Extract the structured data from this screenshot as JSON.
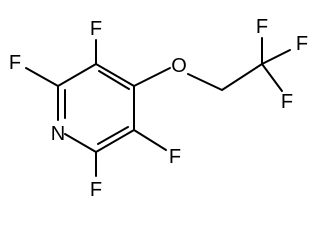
{
  "molecule": {
    "atoms": {
      "n1": "N",
      "f_c2": "F",
      "f_c3": "F",
      "o": "O",
      "f_c5": "F",
      "f_c6": "F",
      "f_cf3_top_left": "F",
      "f_cf3_top_right": "F",
      "f_cf3_bottom": "F"
    }
  }
}
